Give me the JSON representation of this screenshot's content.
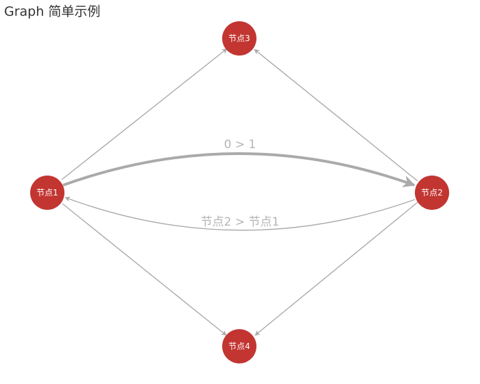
{
  "title": "Graph 简单示例",
  "colors": {
    "node": "#c23531",
    "edge": "#aaaaaa",
    "edge_label": "#b5b5b5"
  },
  "nodes": [
    {
      "id": "n1",
      "label": "节点1"
    },
    {
      "id": "n2",
      "label": "节点2"
    },
    {
      "id": "n3",
      "label": "节点3"
    },
    {
      "id": "n4",
      "label": "节点4"
    }
  ],
  "edges": [
    {
      "from": "节点1",
      "to": "节点2",
      "label": "0 > 1"
    },
    {
      "from": "节点2",
      "to": "节点1",
      "label": "节点2 > 节点1"
    },
    {
      "from": "节点1",
      "to": "节点3",
      "label": ""
    },
    {
      "from": "节点2",
      "to": "节点3",
      "label": ""
    },
    {
      "from": "节点1",
      "to": "节点4",
      "label": ""
    },
    {
      "from": "节点2",
      "to": "节点4",
      "label": ""
    }
  ]
}
